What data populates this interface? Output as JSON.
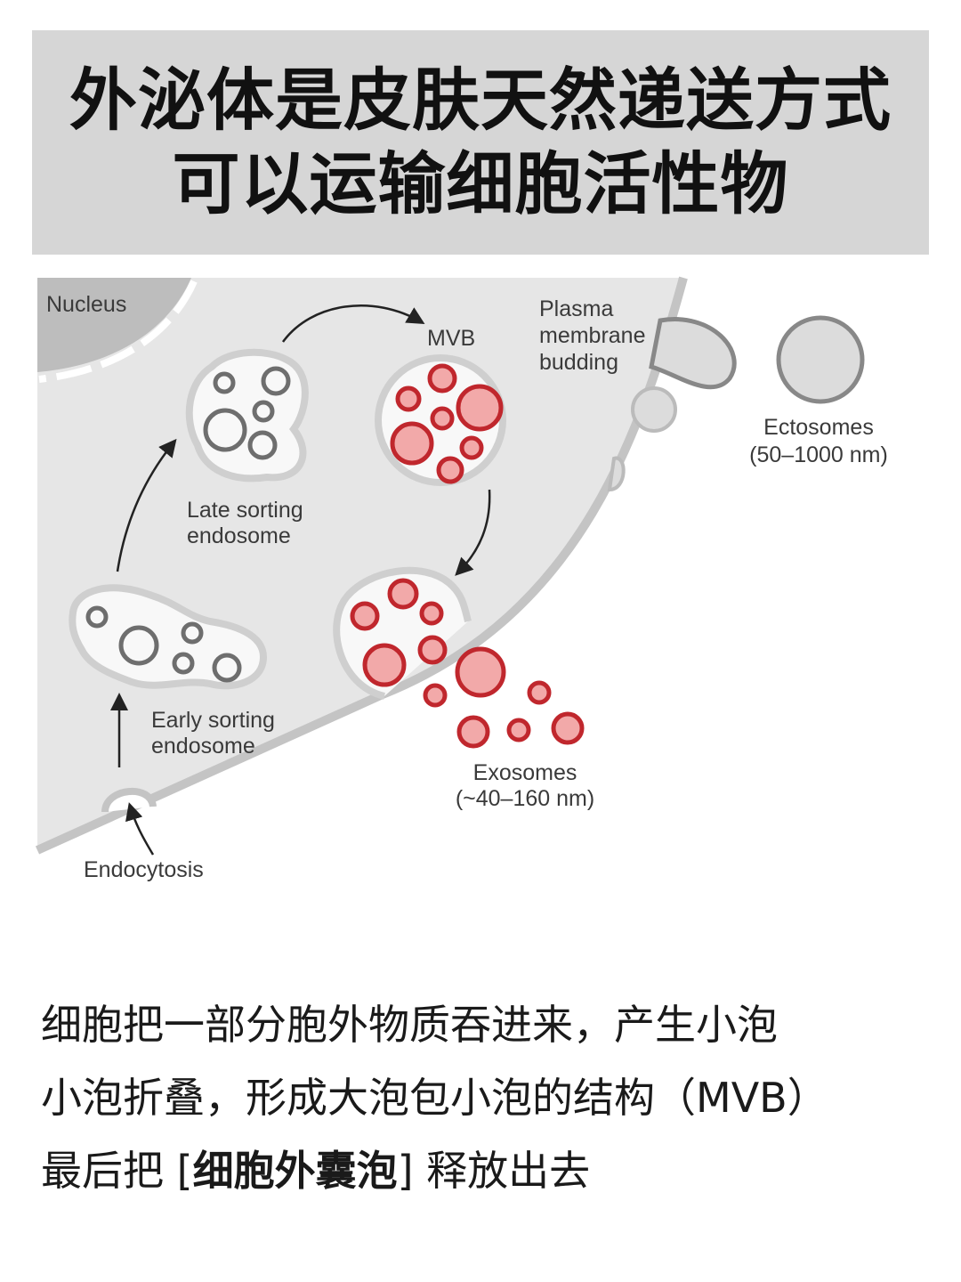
{
  "title": {
    "line1": "外泌体是皮肤天然递送方式",
    "line2": "可以运输细胞活性物"
  },
  "diagram": {
    "labels": {
      "nucleus": "Nucleus",
      "mvb": "MVB",
      "plasma_1": "Plasma",
      "plasma_2": "membrane",
      "plasma_3": "budding",
      "ectosomes_1": "Ectosomes",
      "ectosomes_2": "(50–1000 nm)",
      "late_1": "Late sorting",
      "late_2": "endosome",
      "early_1": "Early sorting",
      "early_2": "endosome",
      "exosomes_1": "Exosomes",
      "exosomes_2": "(~40–160 nm)",
      "endocytosis": "Endocytosis"
    },
    "colors": {
      "cell": "#e6e6e6",
      "membrane": "#c4c4c4",
      "nucleus": "#bdbdbd",
      "exosome_fill": "#f2a9a9",
      "exosome_stroke": "#c0272d",
      "vesicle_stroke": "#6e6e6e"
    }
  },
  "body": {
    "line1": "细胞把一部分胞外物质吞进来，产生小泡",
    "line2": "小泡折叠，形成大泡包小泡的结构（MVB）",
    "line3_pre": "最后把 [",
    "line3_bold": "细胞外囊泡",
    "line3_post": "] 释放出去"
  }
}
